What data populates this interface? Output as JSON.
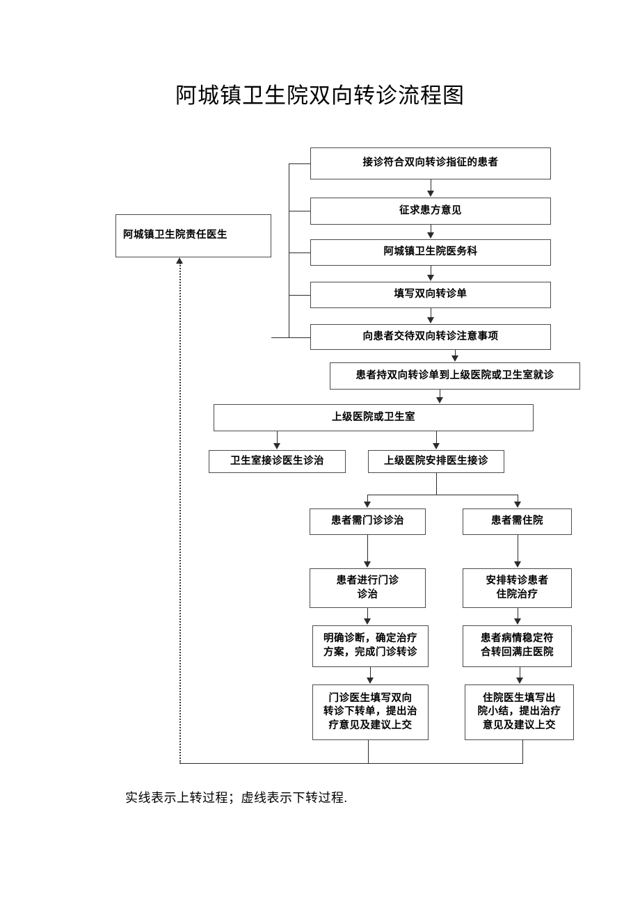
{
  "title": "阿城镇卫生院双向转诊流程图",
  "legend": "实线表示上转过程；虚线表示下转过程.",
  "colors": {
    "box_border": "#4a4a4a",
    "connector": "#2b2b2b",
    "dashed_connector": "#3a3a3a",
    "background": "#ffffff",
    "text": "#000000"
  },
  "chart_data": {
    "type": "diagram",
    "title": "阿城镇卫生院双向转诊流程图",
    "caption": "实线表示上转过程；虚线表示下转过程.",
    "nodes": [
      {
        "id": "responsible_doctor",
        "label": "阿城镇卫生院责任医生"
      },
      {
        "id": "receive_patient",
        "label": "接诊符合双向转诊指征的患者"
      },
      {
        "id": "seek_opinion",
        "label": "征求患方意见"
      },
      {
        "id": "medical_dept",
        "label": "阿城镇卫生院医务科"
      },
      {
        "id": "fill_form",
        "label": "填写双向转诊单"
      },
      {
        "id": "explain_notes",
        "label": "向患者交待双向转诊注意事项"
      },
      {
        "id": "patient_goes",
        "label": "患者持双向转诊单到上级医院或卫生室就诊"
      },
      {
        "id": "upper_or_clinic",
        "label": "上级医院或卫生室"
      },
      {
        "id": "clinic_doctor",
        "label": "卫生室接诊医生诊治"
      },
      {
        "id": "hospital_assign",
        "label": "上级医院安排医生接诊"
      },
      {
        "id": "need_outpatient",
        "label": "患者需门诊诊治"
      },
      {
        "id": "need_inpatient",
        "label": "患者需住院"
      },
      {
        "id": "do_outpatient",
        "label": "患者进行门诊\n诊治"
      },
      {
        "id": "arrange_inpatient",
        "label": "安排转诊患者\n住院治疗"
      },
      {
        "id": "diagnose_plan",
        "label": "明确诊断，确定治疗\n方案，完成门诊转诊"
      },
      {
        "id": "stable_return",
        "label": "患者病情稳定符\n合转回满庄医院"
      },
      {
        "id": "outpatient_form",
        "label": "门诊医生填写双向\n转诊下转单，提出治\n疗意见及建议上交"
      },
      {
        "id": "inpatient_form",
        "label": "住院医生填写出\n院小结，提出治疗\n意见及建议上交"
      }
    ],
    "edges": [
      {
        "from": "responsible_doctor",
        "to": "receive_patient",
        "style": "solid"
      },
      {
        "from": "responsible_doctor",
        "to": "seek_opinion",
        "style": "solid"
      },
      {
        "from": "responsible_doctor",
        "to": "medical_dept",
        "style": "solid"
      },
      {
        "from": "responsible_doctor",
        "to": "fill_form",
        "style": "solid"
      },
      {
        "from": "responsible_doctor",
        "to": "explain_notes",
        "style": "solid"
      },
      {
        "from": "receive_patient",
        "to": "seek_opinion",
        "style": "solid"
      },
      {
        "from": "seek_opinion",
        "to": "medical_dept",
        "style": "solid"
      },
      {
        "from": "medical_dept",
        "to": "fill_form",
        "style": "solid"
      },
      {
        "from": "fill_form",
        "to": "explain_notes",
        "style": "solid"
      },
      {
        "from": "explain_notes",
        "to": "patient_goes",
        "style": "solid"
      },
      {
        "from": "patient_goes",
        "to": "upper_or_clinic",
        "style": "solid"
      },
      {
        "from": "upper_or_clinic",
        "to": "clinic_doctor",
        "style": "solid"
      },
      {
        "from": "upper_or_clinic",
        "to": "hospital_assign",
        "style": "solid"
      },
      {
        "from": "hospital_assign",
        "to": "need_outpatient",
        "style": "solid"
      },
      {
        "from": "hospital_assign",
        "to": "need_inpatient",
        "style": "solid"
      },
      {
        "from": "need_outpatient",
        "to": "do_outpatient",
        "style": "solid"
      },
      {
        "from": "need_inpatient",
        "to": "arrange_inpatient",
        "style": "solid"
      },
      {
        "from": "do_outpatient",
        "to": "diagnose_plan",
        "style": "solid"
      },
      {
        "from": "arrange_inpatient",
        "to": "stable_return",
        "style": "solid"
      },
      {
        "from": "diagnose_plan",
        "to": "outpatient_form",
        "style": "solid"
      },
      {
        "from": "stable_return",
        "to": "inpatient_form",
        "style": "solid"
      },
      {
        "from": "outpatient_form",
        "to": "responsible_doctor",
        "style": "dotted"
      },
      {
        "from": "inpatient_form",
        "to": "responsible_doctor",
        "style": "dotted"
      }
    ]
  },
  "nodes": {
    "responsible_doctor": "阿城镇卫生院责任医生",
    "receive_patient": "接诊符合双向转诊指征的患者",
    "seek_opinion": "征求患方意见",
    "medical_dept": "阿城镇卫生院医务科",
    "fill_form": "填写双向转诊单",
    "explain_notes": "向患者交待双向转诊注意事项",
    "patient_goes": "患者持双向转诊单到上级医院或卫生室就诊",
    "upper_or_clinic": "上级医院或卫生室",
    "clinic_doctor": "卫生室接诊医生诊治",
    "hospital_assign": "上级医院安排医生接诊",
    "need_outpatient": "患者需门诊诊治",
    "need_inpatient": "患者需住院",
    "do_outpatient": "患者进行门诊\n诊治",
    "arrange_inpatient": "安排转诊患者\n住院治疗",
    "diagnose_plan": "明确诊断，确定治疗\n方案，完成门诊转诊",
    "stable_return": "患者病情稳定符\n合转回满庄医院",
    "outpatient_form": "门诊医生填写双向\n转诊下转单，提出治\n疗意见及建议上交",
    "inpatient_form": "住院医生填写出\n院小结，提出治疗\n意见及建议上交"
  }
}
